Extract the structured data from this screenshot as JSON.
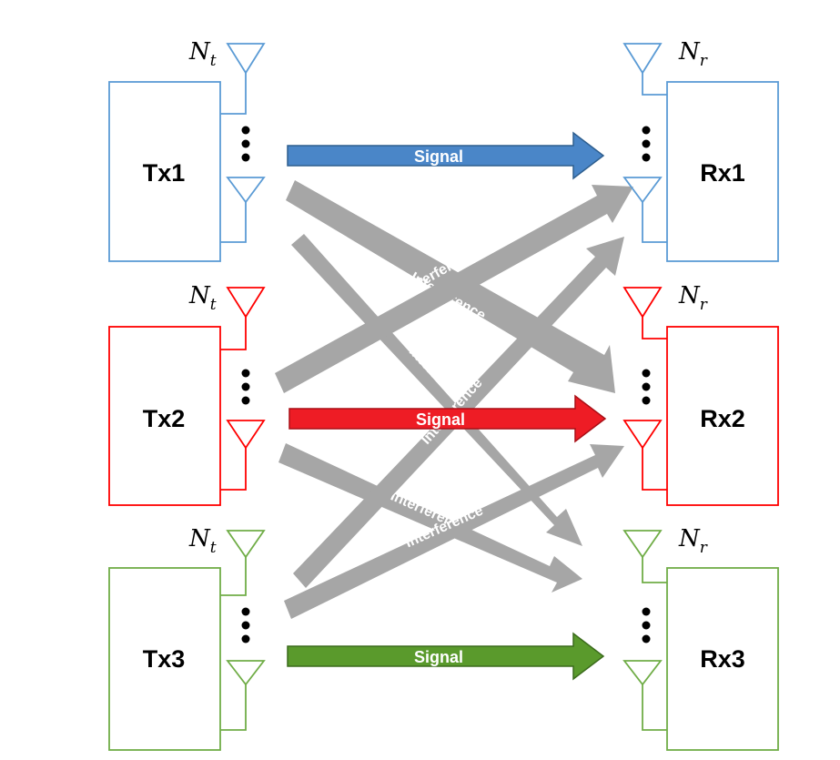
{
  "colors": {
    "link1": "#5B9BD5",
    "link2": "#FF0000",
    "link3": "#70AD47",
    "arrow1": "#4A86C8",
    "arrow2": "#EE1C25",
    "arrow3": "#5A9A2C",
    "interference": "#A6A6A6"
  },
  "transmitters": [
    {
      "label": "Tx1",
      "antenna_label": "N",
      "antenna_sub": "t"
    },
    {
      "label": "Tx2",
      "antenna_label": "N",
      "antenna_sub": "t"
    },
    {
      "label": "Tx3",
      "antenna_label": "N",
      "antenna_sub": "t"
    }
  ],
  "receivers": [
    {
      "label": "Rx1",
      "antenna_label": "N",
      "antenna_sub": "r"
    },
    {
      "label": "Rx2",
      "antenna_label": "N",
      "antenna_sub": "r"
    },
    {
      "label": "Rx3",
      "antenna_label": "N",
      "antenna_sub": "r"
    }
  ],
  "signals": [
    {
      "label": "Signal",
      "from": "Tx1",
      "to": "Rx1"
    },
    {
      "label": "Signal",
      "from": "Tx2",
      "to": "Rx2"
    },
    {
      "label": "Signal",
      "from": "Tx3",
      "to": "Rx3"
    }
  ],
  "interference": [
    {
      "label": "Interference",
      "from": "Tx1",
      "to": "Rx2"
    },
    {
      "label": "Interference",
      "from": "Tx1",
      "to": "Rx3"
    },
    {
      "label": "Interference",
      "from": "Tx2",
      "to": "Rx1"
    },
    {
      "label": "Interference",
      "from": "Tx2",
      "to": "Rx3"
    },
    {
      "label": "Interference",
      "from": "Tx3",
      "to": "Rx1"
    },
    {
      "label": "Interference",
      "from": "Tx3",
      "to": "Rx2"
    }
  ]
}
